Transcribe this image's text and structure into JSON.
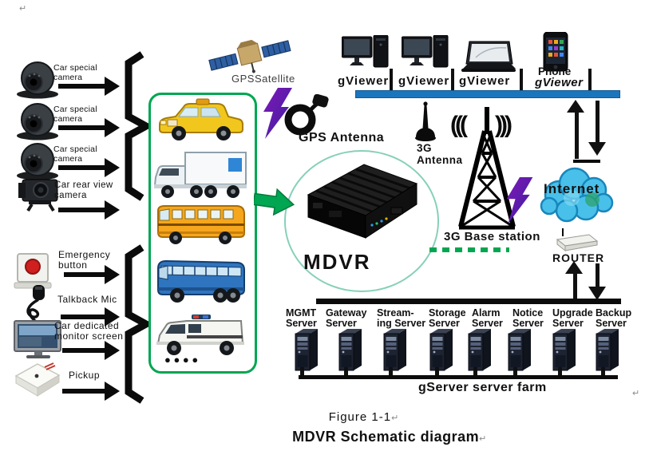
{
  "marks": {
    "return": "↵"
  },
  "colors": {
    "green": "#00a651",
    "bar_blue": "#1b75bc",
    "purple": "#6a1fb0",
    "cloud_blue": "#49c0ea",
    "ellipse_teal": "#86d0b9"
  },
  "left_panel": {
    "devices": [
      {
        "label": "Car special camera"
      },
      {
        "label": "Car special camera"
      },
      {
        "label": "Car special camera"
      },
      {
        "label": "Car rear view camera"
      },
      {
        "label": "Emergency button"
      },
      {
        "label": "Talkback Mic"
      },
      {
        "label": "Car dedicated monitor screen"
      },
      {
        "label": "Pickup"
      }
    ]
  },
  "vehicle_box": {
    "dots": "●   ●   ●   ●"
  },
  "gps": {
    "satellite": "GPSSatellite",
    "antenna": "GPS Antenna"
  },
  "mdvr": {
    "label": "MDVR"
  },
  "viewers": {
    "stations": [
      {
        "label": "gViewer"
      },
      {
        "label": "gViewer"
      },
      {
        "label": "gViewer"
      },
      {
        "line1": "Phone",
        "line2": "gViewer"
      }
    ]
  },
  "network": {
    "antenna_3g": "3G\nAntenna",
    "waves_left": "(((",
    "waves_right": ")))",
    "base_station": "3G Base station",
    "internet": "Internet",
    "router": "ROUTER"
  },
  "server_farm": {
    "title": "gServer server farm",
    "servers": [
      {
        "label": "MGMT\nServer"
      },
      {
        "label": "Gateway\nServer"
      },
      {
        "label": "Stream-\ning Server"
      },
      {
        "label": "Storage\nServer"
      },
      {
        "label": "Alarm\nServer"
      },
      {
        "label": "Notice\nServer"
      },
      {
        "label": "Upgrade\nServer"
      },
      {
        "label": "Backup\nServer"
      }
    ]
  },
  "captions": {
    "figure": "Figure 1-1",
    "title": "MDVR Schematic diagram"
  }
}
